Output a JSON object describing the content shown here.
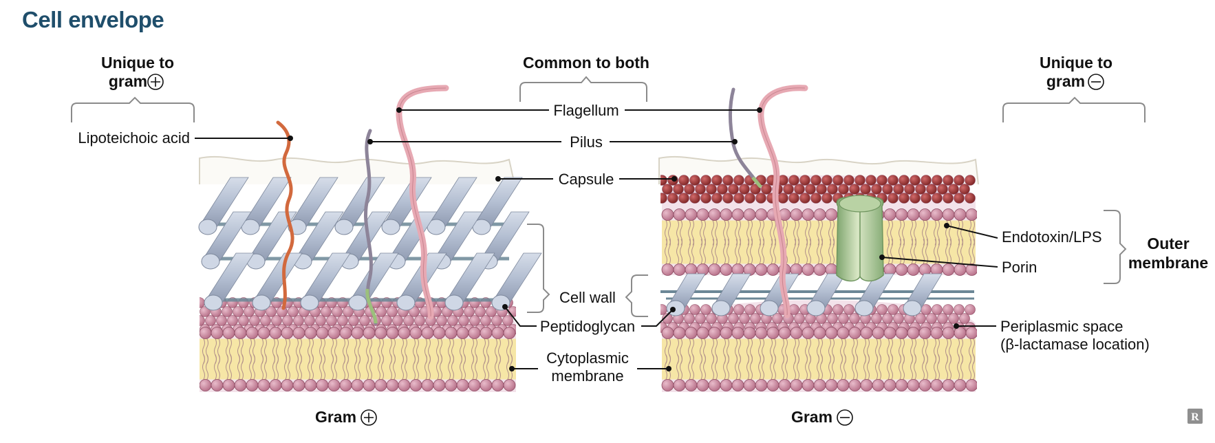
{
  "title": "Cell envelope",
  "headers": {
    "unique_pos_line1": "Unique to",
    "unique_pos_line2": "gram",
    "common": "Common to both",
    "unique_neg_line1": "Unique to",
    "unique_neg_line2": "gram"
  },
  "labels": {
    "lipoteichoic": "Lipoteichoic acid",
    "flagellum": "Flagellum",
    "pilus": "Pilus",
    "capsule": "Capsule",
    "cell_wall": "Cell wall",
    "peptidoglycan": "Peptidoglycan",
    "cytoplasmic_line1": "Cytoplasmic",
    "cytoplasmic_line2": "membrane",
    "endotoxin": "Endotoxin/LPS",
    "porin": "Porin",
    "periplasmic_line1": "Periplasmic space",
    "periplasmic_line2": "(β-lactamase location)",
    "outer_line1": "Outer",
    "outer_line2": "membrane"
  },
  "footers": {
    "gram_pos": "Gram",
    "gram_neg": "Gram"
  },
  "colors": {
    "title": "#1f4e6b",
    "rod": "#b9c4d6",
    "rod_end": "#d4dbe7",
    "crosslink": "#6b8796",
    "head": "#c98aa0",
    "lipid": "#f6e6a6",
    "lps": "#a23b3b",
    "porin": "#a9c79a",
    "flagellum": "#e7a9b3",
    "pilus": "#9a8fa4",
    "lta": "#d2693d"
  },
  "icons": {
    "plus": "circled-plus-icon",
    "minus": "circled-minus-icon",
    "corner": "rx-logo"
  }
}
